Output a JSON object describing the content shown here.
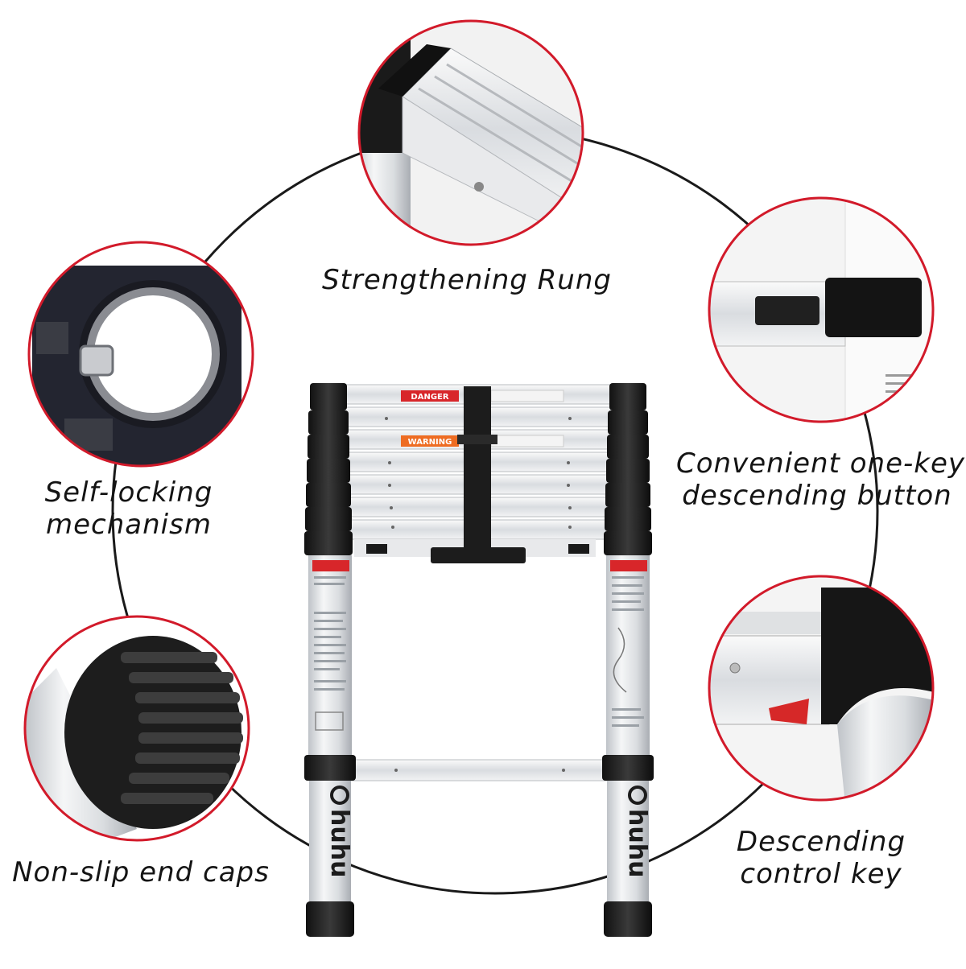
{
  "captions": {
    "rung": "Strengthening Rung",
    "lock": [
      "Self-locking",
      "mechanism"
    ],
    "button": [
      "Convenient one-key",
      "descending button"
    ],
    "caps": "Non-slip end caps",
    "key": [
      "Descending",
      "control key"
    ]
  },
  "labels": {
    "danger": "DANGER",
    "warning": "WARNING",
    "brand": "huhu"
  },
  "colors": {
    "accent_ring": "#d21a2a",
    "guide_circle": "#1a1a1a"
  },
  "icons": [
    "strengthening-rung-photo",
    "self-locking-photo",
    "descending-button-photo",
    "end-cap-photo",
    "control-key-photo",
    "ladder-photo"
  ]
}
